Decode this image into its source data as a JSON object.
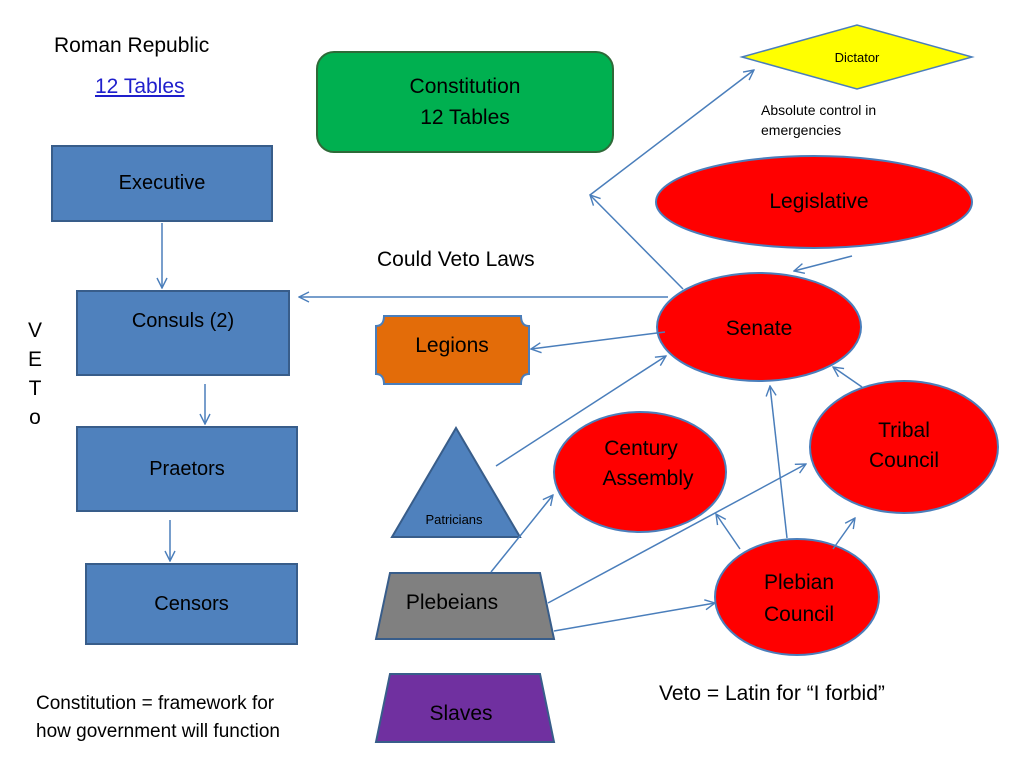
{
  "title": "Roman Republic",
  "subtitle_link": "12 Tables",
  "constitution": {
    "line1": "Constitution",
    "line2": "12 Tables"
  },
  "executive": {
    "header": "Executive",
    "consuls": "Consuls (2)",
    "praetors": "Praetors",
    "censors": "Censors"
  },
  "veto_letters": [
    "V",
    "E",
    "T",
    "o"
  ],
  "dictator": {
    "label": "Dictator",
    "note_line1": "Absolute control in",
    "note_line2": "emergencies"
  },
  "legislative": "Legislative",
  "could_veto": "Could Veto Laws",
  "senate": "Senate",
  "legions": "Legions",
  "century_assembly": {
    "line1": "Century",
    "line2": "Assembly"
  },
  "tribal_council": {
    "line1": "Tribal",
    "line2": "Council"
  },
  "plebian_council": {
    "line1": "Plebian",
    "line2": "Council"
  },
  "patricians": "Patricians",
  "plebeians": "Plebeians",
  "slaves": "Slaves",
  "constitution_def": {
    "line1": "Constitution = framework for",
    "line2": "how government will function"
  },
  "veto_def": "Veto = Latin for “I forbid”",
  "colors": {
    "exec_blue": "#4f81bd",
    "constitution_green": "#00b050",
    "legislative_red": "#ff0000",
    "dictator_yellow": "#ffff00",
    "legions_orange": "#e36c09",
    "plebeians_gray": "#808080",
    "slaves_purple": "#7030a0",
    "arrow_blue": "#4a7ebb"
  }
}
